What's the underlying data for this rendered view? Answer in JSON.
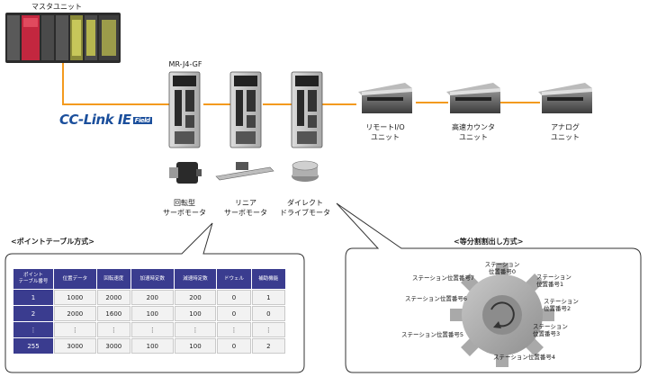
{
  "master_unit": {
    "label": "マスタユニット"
  },
  "network": {
    "brand_main": "CC-Link",
    "brand_ie": "IE",
    "brand_field": "Field",
    "line_color": "#f39a1e"
  },
  "servo": {
    "model_label": "MR-J4-GF"
  },
  "motors": [
    {
      "line1": "回転型",
      "line2": "サーボモータ"
    },
    {
      "line1": "リニア",
      "line2": "サーボモータ"
    },
    {
      "line1": "ダイレクト",
      "line2": "ドライブモータ"
    }
  ],
  "io_units": [
    {
      "line1": "リモートI/O",
      "line2": "ユニット"
    },
    {
      "line1": "高速カウンタ",
      "line2": "ユニット"
    },
    {
      "line1": "アナログ",
      "line2": "ユニット"
    }
  ],
  "point_table": {
    "title": "<ポイントテーブル方式>",
    "header_color": "#3a3c8f",
    "corner_header": "ポイント\nテーブル番号",
    "columns": [
      "位置データ",
      "回転速度",
      "加速時定数",
      "減速時定数",
      "ドウェル",
      "補助機能"
    ],
    "rows": [
      {
        "index": "1",
        "cells": [
          "1000",
          "2000",
          "200",
          "200",
          "0",
          "1"
        ]
      },
      {
        "index": "2",
        "cells": [
          "2000",
          "1600",
          "100",
          "100",
          "0",
          "0"
        ]
      },
      {
        "index": "⋮",
        "cells": [
          "⋮",
          "⋮",
          "⋮",
          "⋮",
          "⋮",
          "⋮"
        ]
      },
      {
        "index": "255",
        "cells": [
          "3000",
          "3000",
          "100",
          "100",
          "0",
          "2"
        ]
      }
    ]
  },
  "indexing": {
    "title": "<等分割割出し方式>",
    "stations": [
      {
        "l1": "ステーション",
        "l2": "位置番号0"
      },
      {
        "l1": "ステーション",
        "l2": "位置番号1"
      },
      {
        "l1": "ステーション",
        "l2": "位置番号2"
      },
      {
        "l1": "ステーション",
        "l2": "位置番号3"
      },
      {
        "l1": "",
        "l2": "ステーション位置番号4"
      },
      {
        "l1": "",
        "l2": "ステーション位置番号5"
      },
      {
        "l1": "",
        "l2": "ステーション位置番号6"
      },
      {
        "l1": "",
        "l2": "ステーション位置番号7"
      }
    ]
  }
}
